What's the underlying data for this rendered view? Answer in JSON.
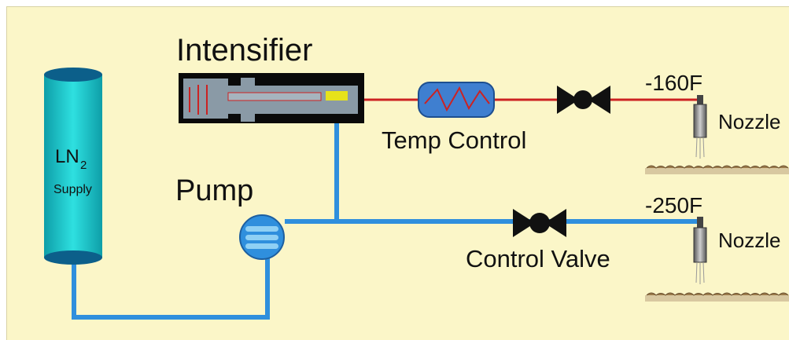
{
  "diagram": {
    "colors": {
      "background": "#fbf6c8",
      "ln2_pipe": "#2f8fdd",
      "hot_line": "#cc2222",
      "tank": "#1fc8c8",
      "intensifier_body": "#0a0a0a",
      "temp_control": "#3f7fd0",
      "valve": "#111111",
      "nozzle": "#7a7a7a",
      "substrate": "#d8c8a0"
    },
    "labels": {
      "intensifier": "Intensifier",
      "supply_main": "LN",
      "supply_sub": "2",
      "supply_word": "Supply",
      "pump": "Pump",
      "temp_control": "Temp Control",
      "control_valve": "Control Valve",
      "temp_top": "-160F",
      "temp_bottom": "-250F",
      "nozzle_top": "Nozzle",
      "nozzle_bottom": "Nozzle"
    }
  }
}
